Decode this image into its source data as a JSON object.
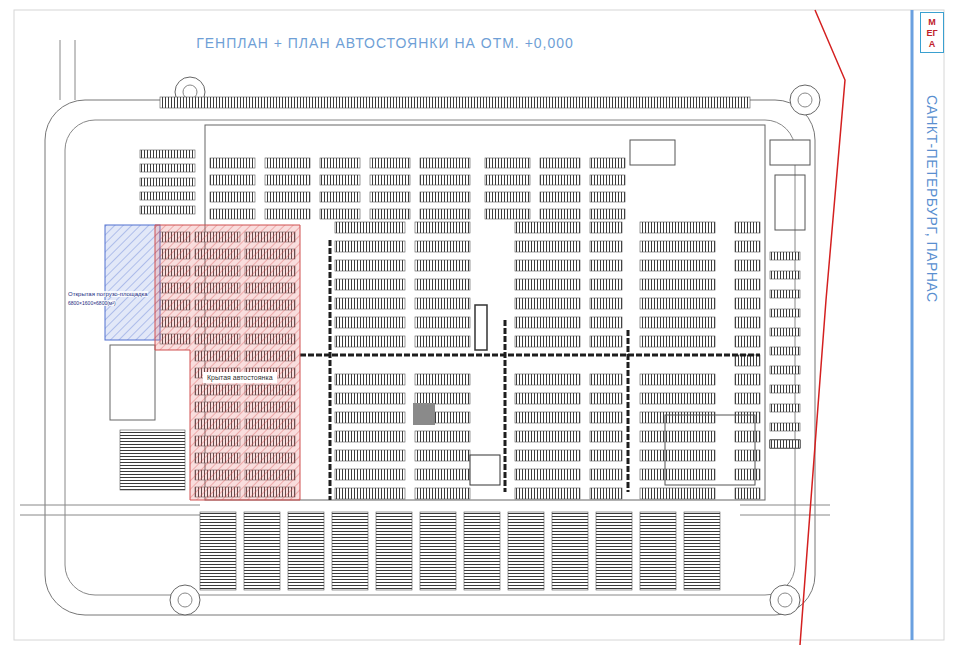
{
  "diagram": {
    "title": "ГЕНПЛАН + ПЛАН АВТОСТОЯНКИ НА ОТМ. +0,000",
    "nodes": [
      {
        "text": [
          "МЕГА"
        ]
      },
      {
        "text": [
          "Открытая погрузо-площадка",
          "6800×1600×6800(м²)"
        ]
      },
      {
        "text": [
          "Крытая автостоянка"
        ]
      }
    ],
    "labels": [
      "САНКТ-ПЕТЕРБУРГ, ПАРНАС"
    ]
  }
}
